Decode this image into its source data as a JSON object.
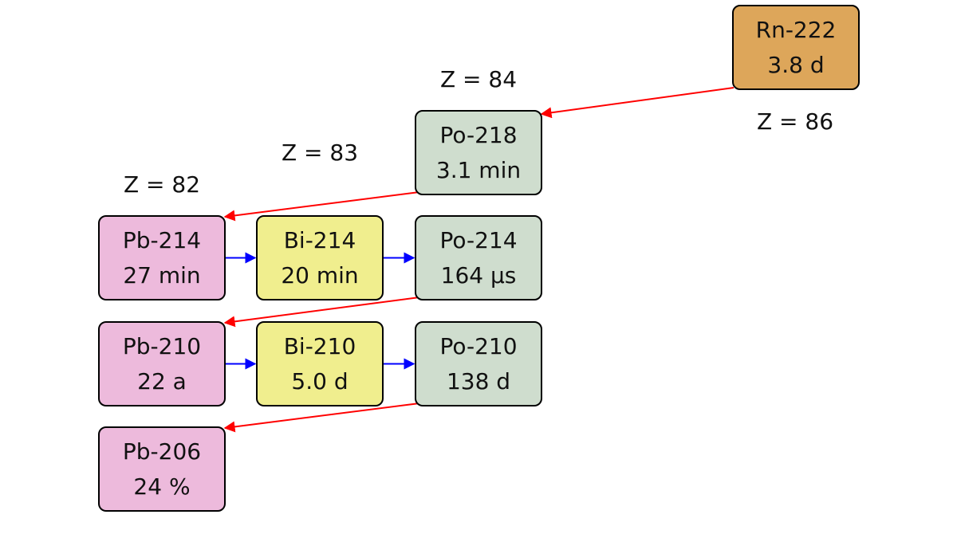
{
  "colors": {
    "rn": "#DDA65A",
    "po": "#CFDDCE",
    "bi": "#F0EE8E",
    "pb": "#EDBADC",
    "alpha_arrow": "#FF0000",
    "beta_arrow": "#0000FF"
  },
  "nodes": {
    "rn222": {
      "nuclide": "Rn-222",
      "value": "3.8 d"
    },
    "po218": {
      "nuclide": "Po-218",
      "value": "3.1 min"
    },
    "pb214": {
      "nuclide": "Pb-214",
      "value": "27 min"
    },
    "bi214": {
      "nuclide": "Bi-214",
      "value": "20 min"
    },
    "po214": {
      "nuclide": "Po-214",
      "value": "164 µs"
    },
    "pb210": {
      "nuclide": "Pb-210",
      "value": "22 a"
    },
    "bi210": {
      "nuclide": "Bi-210",
      "value": "5.0 d"
    },
    "po210": {
      "nuclide": "Po-210",
      "value": "138 d"
    },
    "pb206": {
      "nuclide": "Pb-206",
      "value": "24 %"
    }
  },
  "z_labels": {
    "z86": "Z = 86",
    "z84": "Z = 84",
    "z83": "Z = 83",
    "z82": "Z = 82"
  },
  "edges": [
    {
      "from": "rn222",
      "to": "po218",
      "type": "alpha"
    },
    {
      "from": "po218",
      "to": "pb214",
      "type": "alpha"
    },
    {
      "from": "pb214",
      "to": "bi214",
      "type": "beta"
    },
    {
      "from": "bi214",
      "to": "po214",
      "type": "beta"
    },
    {
      "from": "po214",
      "to": "pb210",
      "type": "alpha"
    },
    {
      "from": "pb210",
      "to": "bi210",
      "type": "beta"
    },
    {
      "from": "bi210",
      "to": "po210",
      "type": "beta"
    },
    {
      "from": "po210",
      "to": "pb206",
      "type": "alpha"
    }
  ]
}
